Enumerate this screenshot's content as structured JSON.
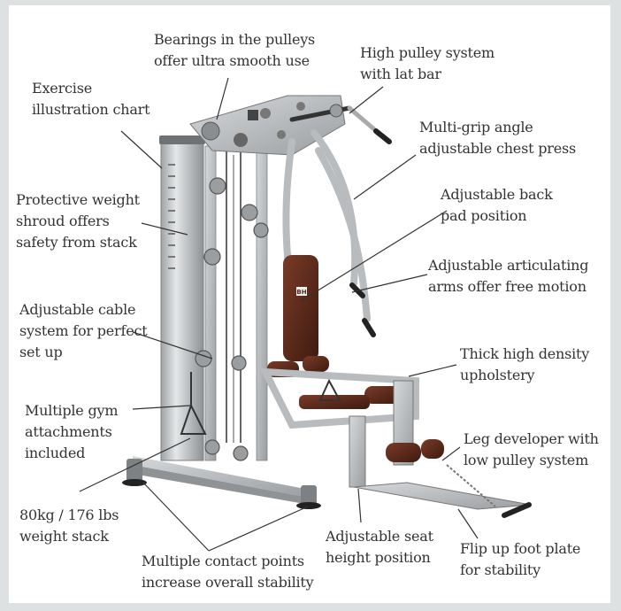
{
  "labels": {
    "bearings": "Bearings in the pulleys\noffer ultra smooth use",
    "high_pulley": "High pulley system\nwith lat bar",
    "exercise_chart": "Exercise\nillustration chart",
    "multi_grip": "Multi-grip angle\nadjustable chest press",
    "weight_shroud": "Protective weight\nshroud offers\nsafety from stack",
    "back_pad": "Adjustable back\npad position",
    "articulating_arms": "Adjustable articulating\narms offer free motion",
    "cable_system": "Adjustable cable\nsystem for perfect\nset up",
    "upholstery": "Thick high density\nupholstery",
    "gym_attachments": "Multiple gym\nattachments\nincluded",
    "leg_developer": "Leg developer with\nlow pulley system",
    "weight_stack": "80kg / 176 lbs\nweight stack",
    "seat_height": "Adjustable seat\nheight position",
    "foot_plate": "Flip up foot plate\nfor stability",
    "contact_points": "Multiple contact points\nincrease overall stability"
  },
  "logo_text": "BH",
  "colors": {
    "background": "#dde1e1",
    "panel": "#ffffff",
    "frame_metal": "#b8bcbf",
    "upholstery": "#5a2a1c",
    "text": "#333333"
  }
}
